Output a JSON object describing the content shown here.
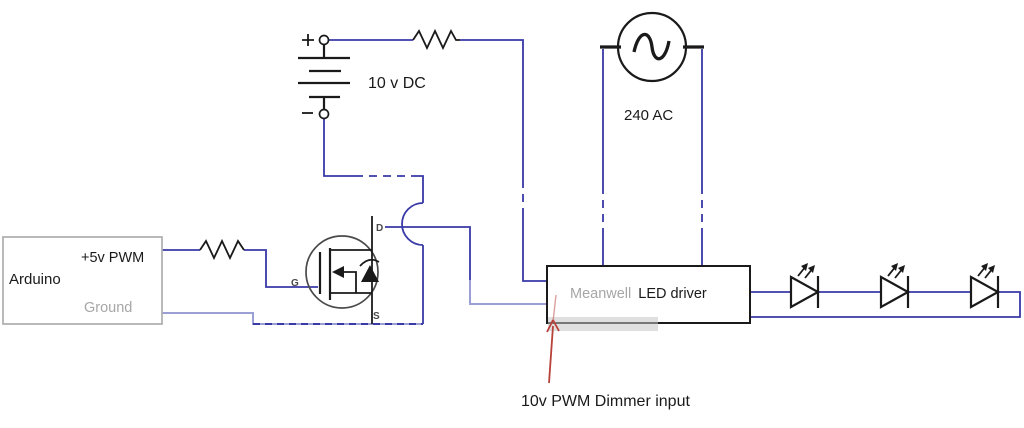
{
  "labels": {
    "dc_source": "10 v DC",
    "ac_source": "240 AC",
    "arduino_name": "Arduino",
    "arduino_pwm_pin": "+5v PWM",
    "arduino_ground_pin": "Ground",
    "driver_brand": "Meanwell",
    "driver_type": "LED driver",
    "annotation": "10v PWM Dimmer input",
    "mosfet": {
      "drain": "D",
      "gate": "G",
      "source": "S"
    }
  },
  "circuit": {
    "power_sources": [
      "10 v DC battery",
      "240 AC mains"
    ],
    "controller_pins": [
      "+5v PWM",
      "Ground"
    ],
    "switch": "N-channel MOSFET with body diode (D, G, S)",
    "resistor_count": 2,
    "led_count": 3,
    "driver": "Meanwell LED driver",
    "annotation_target": "driver dimming input"
  },
  "colors": {
    "wire": "#3939a8",
    "wire_light": "#9b9fd4",
    "ink": "#1a1a1a",
    "mosfet_stroke": "#4a4a4a",
    "muted_text": "#a6a6a6",
    "arduino_border": "#adadad",
    "annotation_red": "#b8413a",
    "watermark_gray": "#c4c4c4"
  }
}
